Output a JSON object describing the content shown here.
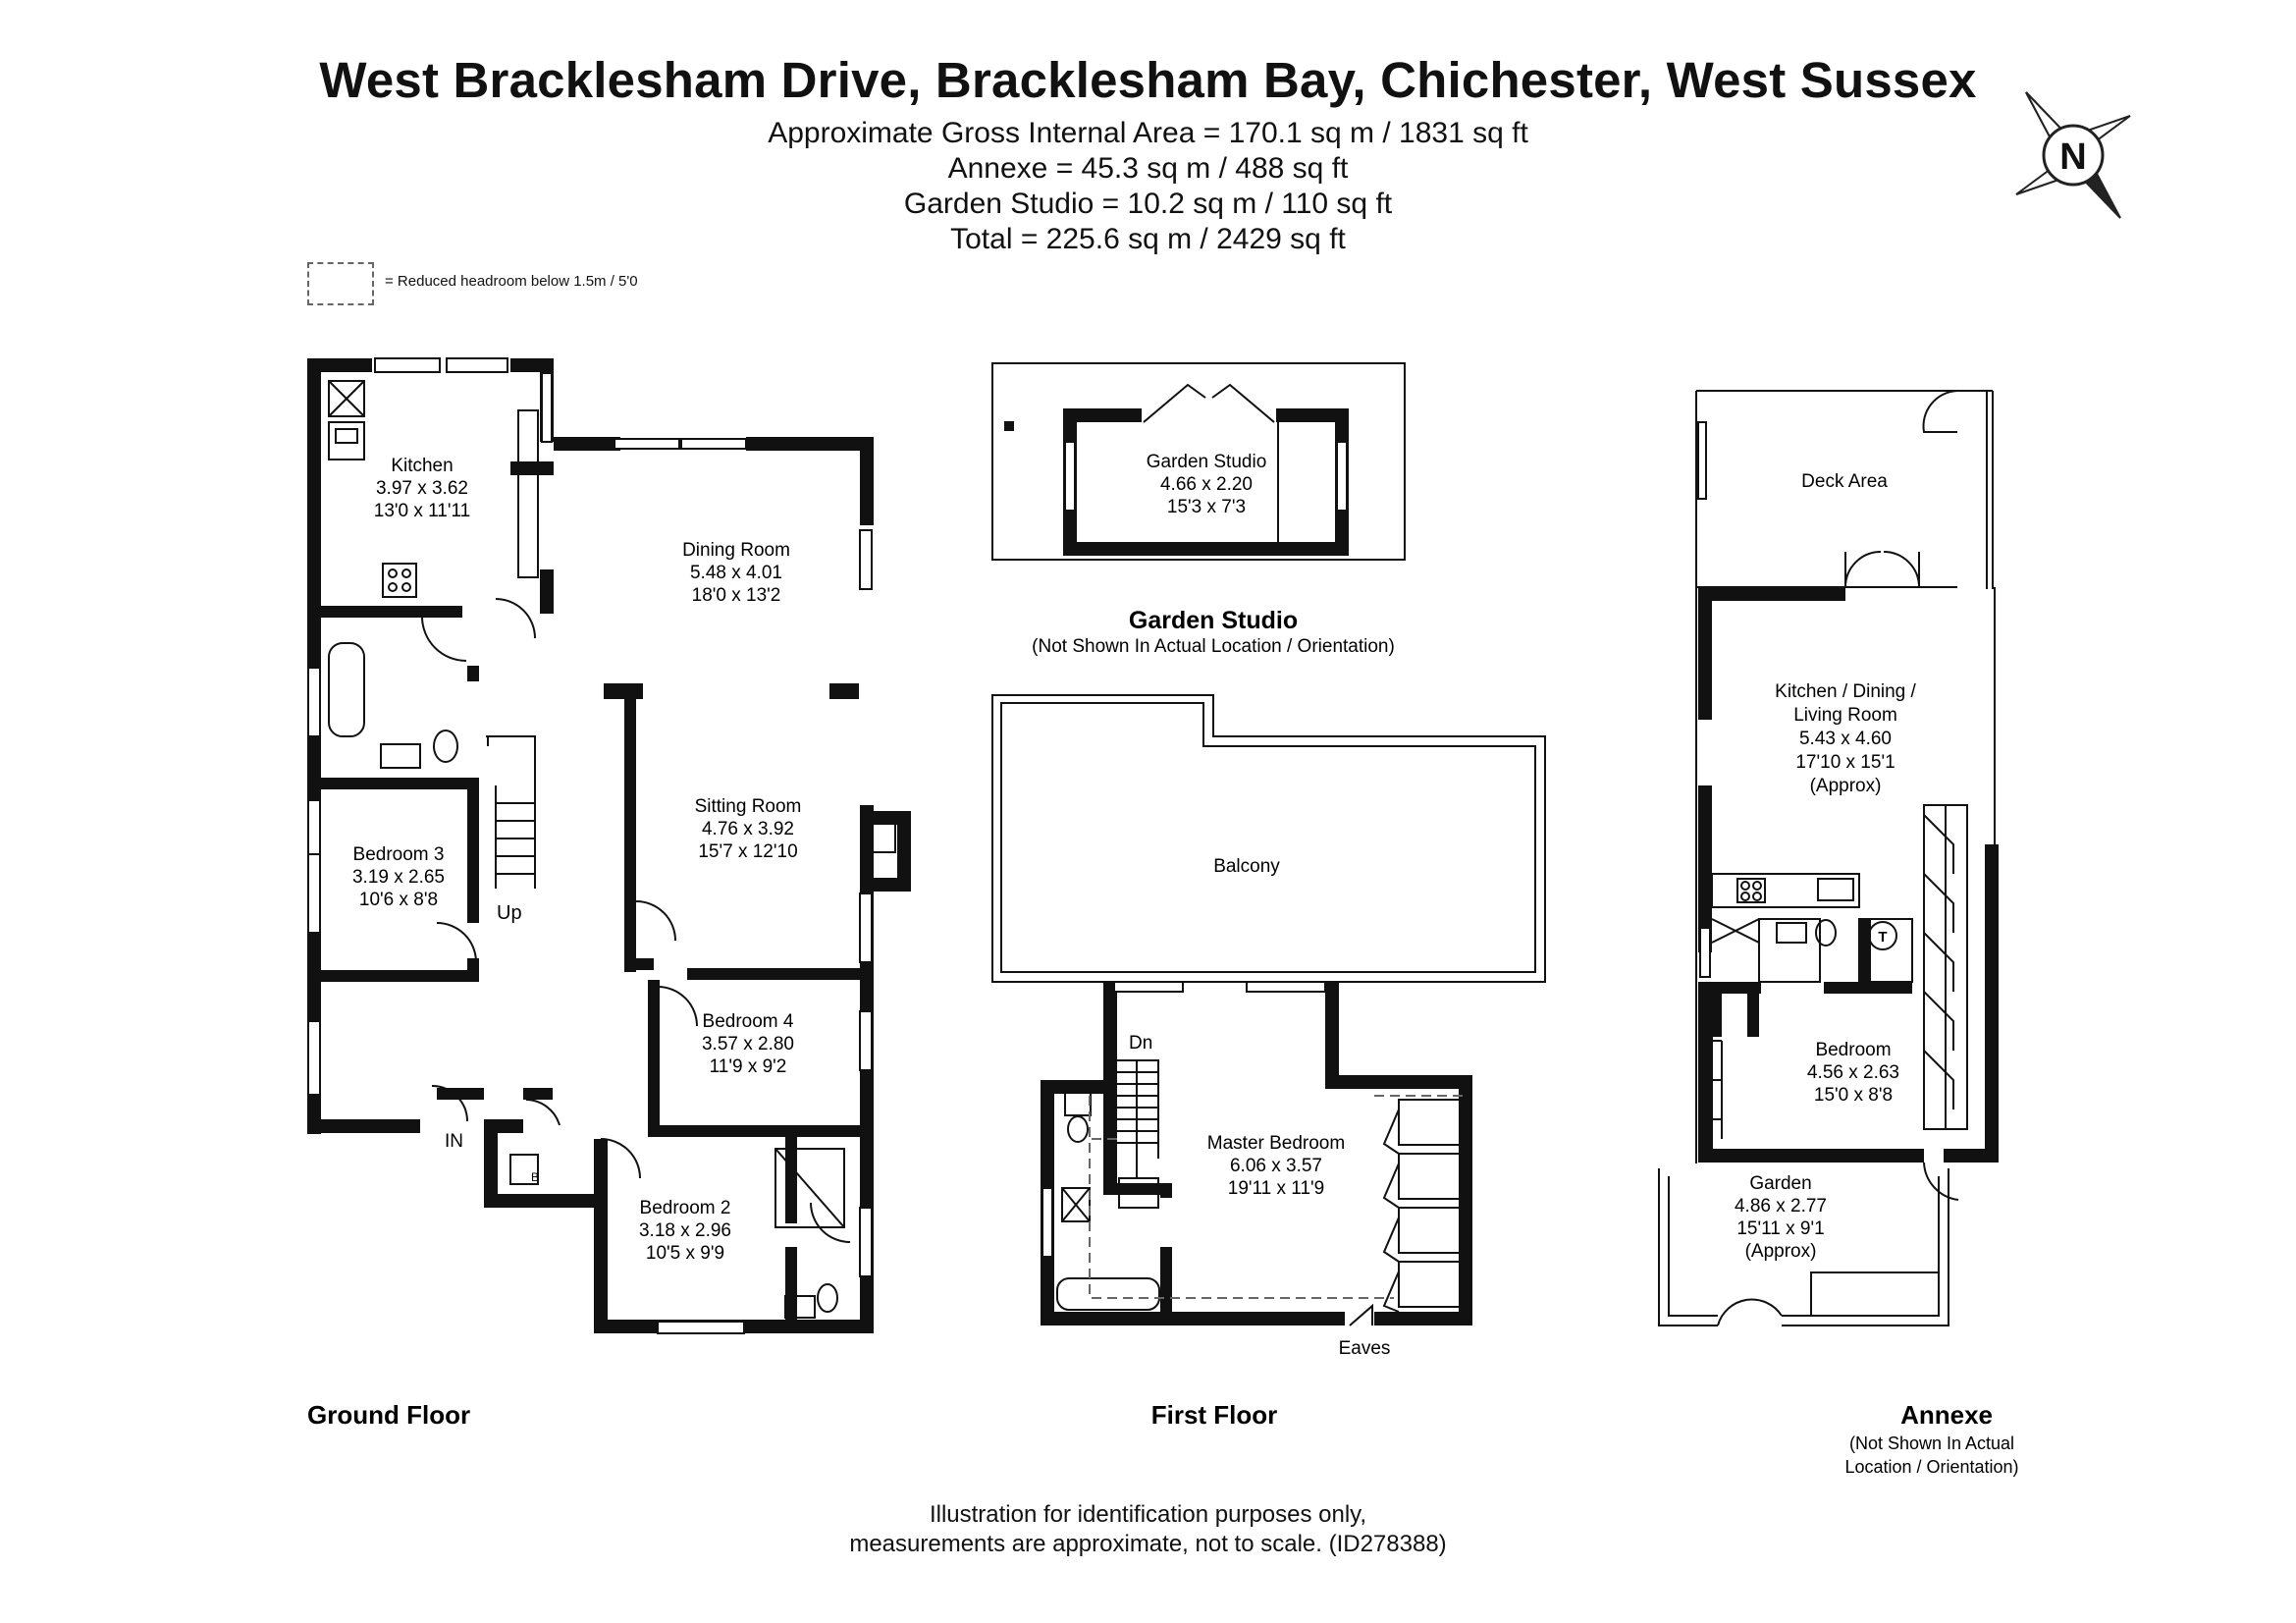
{
  "header": {
    "title": "West Bracklesham Drive, Bracklesham Bay, Chichester, West Sussex",
    "areas": [
      "Approximate Gross Internal Area = 170.1 sq m / 1831 sq ft",
      "Annexe = 45.3 sq m / 488 sq ft",
      "Garden Studio = 10.2 sq m / 110 sq ft",
      "Total = 225.6 sq m / 2429 sq ft"
    ]
  },
  "legend": {
    "text": "= Reduced headroom below 1.5m / 5'0"
  },
  "compass": {
    "letter": "N"
  },
  "ground_floor": {
    "label": "Ground Floor",
    "rooms": [
      {
        "name": "Kitchen",
        "metric": "3.97 x 3.62",
        "imperial": "13'0 x 11'11"
      },
      {
        "name": "Dining Room",
        "metric": "5.48 x 4.01",
        "imperial": "18'0 x 13'2"
      },
      {
        "name": "Sitting Room",
        "metric": "4.76 x 3.92",
        "imperial": "15'7 x 12'10"
      },
      {
        "name": "Bedroom 3",
        "metric": "3.19 x 2.65",
        "imperial": "10'6 x 8'8"
      },
      {
        "name": "Bedroom 4",
        "metric": "3.57 x 2.80",
        "imperial": "11'9 x 9'2"
      },
      {
        "name": "Bedroom 2",
        "metric": "3.18 x 2.96",
        "imperial": "10'5 x 9'9"
      }
    ],
    "up_label": "Up",
    "in_label": "IN",
    "boiler_label": "B"
  },
  "garden_studio": {
    "label": "Garden Studio",
    "note": "(Not Shown In Actual Location / Orientation)",
    "room": {
      "name": "Garden Studio",
      "metric": "4.66 x 2.20",
      "imperial": "15'3 x 7'3"
    }
  },
  "first_floor": {
    "label": "First Floor",
    "balcony": "Balcony",
    "dn_label": "Dn",
    "eaves_label": "Eaves",
    "room": {
      "name": "Master Bedroom",
      "metric": "6.06 x 3.57",
      "imperial": "19'11 x 11'9"
    }
  },
  "annexe": {
    "label": "Annexe",
    "note_line1": "(Not Shown In Actual",
    "note_line2": "Location / Orientation)",
    "deck": "Deck Area",
    "kitchen": {
      "line1": "Kitchen / Dining /",
      "line2": "Living Room",
      "metric": "5.43 x 4.60",
      "imperial": "17'10 x 15'1",
      "approx": "(Approx)"
    },
    "bedroom": {
      "name": "Bedroom",
      "metric": "4.56 x 2.63",
      "imperial": "15'0 x 8'8"
    },
    "garden": {
      "name": "Garden",
      "metric": "4.86 x 2.77",
      "imperial": "15'11 x 9'1",
      "approx": "(Approx)"
    },
    "tank_label": "T"
  },
  "disclaimer": [
    "Illustration for identification purposes only,",
    "measurements are approximate, not to scale. (ID278388)"
  ]
}
